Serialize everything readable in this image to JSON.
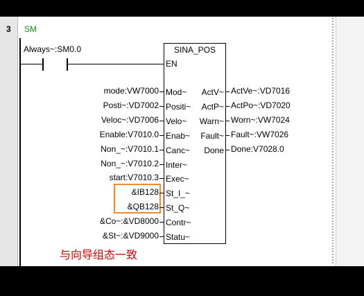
{
  "network": {
    "number": "3",
    "title": "SM"
  },
  "contact_label": "Always~:SM0.0",
  "block": {
    "name": "SINA_POS",
    "en": "EN",
    "inputs": [
      "Mod~",
      "Positi~",
      "Velo~",
      "Enab~",
      "Canc~",
      "Inter~",
      "Exec~",
      "St_I_~",
      "St_Q~",
      "Contr~",
      "Statu~"
    ],
    "outputs": [
      "ActV~",
      "ActP~",
      "Warn~",
      "Fault~",
      "Done"
    ]
  },
  "input_operands": [
    "mode:VW7000",
    "Posti~:VD7002",
    "Veloc~:VD7006",
    "Enable:V7010.0",
    "Non_~:V7010.1",
    "Non_~:V7010.2",
    "start:V7010.3",
    "&IB128",
    "&QB128",
    "&Co~:&VD8000",
    "&St~:&VD9000"
  ],
  "output_operands": [
    "ActVe~:VD7016",
    "ActPo~:VD7020",
    "Worn~:VW7024",
    "Fault~:VW7026",
    "Done:V7028.0"
  ],
  "annotation": "与向导组态一致"
}
